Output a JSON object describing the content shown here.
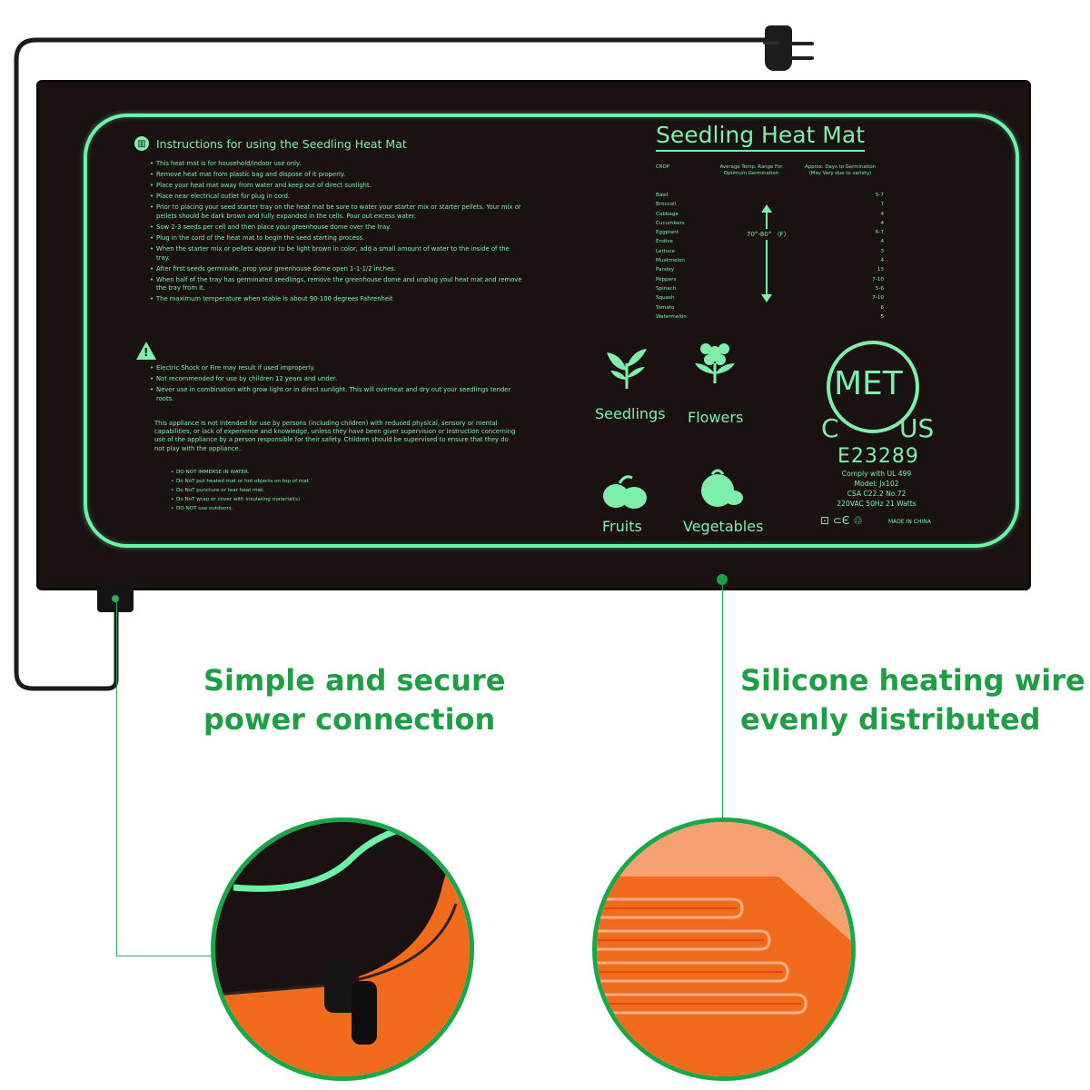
{
  "instructions": {
    "title": "Instructions for using the Seedling Heat Mat",
    "items": [
      "This heat mat is for household/indoor use only.",
      "Remove heat mat from plastic bag and dispose of it properly.",
      "Place your heat mat away from water and keep out of direct sunlight.",
      "Place near electrical outlet for plug in cord.",
      "Prior to placing your seed starter tray on the heat mat be sure to water your starter mix or starter pellets. Your mix or pellets should be dark brown and fully expanded in the cells. Pour out excess water.",
      "Sow 2-3 seeds per cell and then place your greenhouse dome over the tray.",
      "Plug in the cord of the heat mat to begin the seed starting process.",
      "When the starter mix or pellets appear to be light brown in color, add a small amount of water to the inside of the tray.",
      "After first seeds germinate, prop your greenhouse dome open 1-1-1/2 inches.",
      "When half of the tray has germinated seedlings, remove the greenhouse dome and unplug youl heat mat and remove the tray from it.",
      "The maximum temperature when stable is about 90-100 degrees Fahrenheit"
    ]
  },
  "warnings": {
    "items": [
      "Electric Shock or Fire may result if used improperly.",
      "Not recommended for use by children 12 years and under.",
      "Never use in combination with grow light or in direct sunlight. This will overheat and dry out your seedlings tender roots."
    ],
    "paragraph": "This appliance is not intended for use by persons (including children) with reduced physical, sensory or mental capabilities, or lack of experience and knowledge, unless they have been giver supervision or instruction concerning use of the appliance by a person responsible for their safety. Children should be supervised to ensure that they do not play with the appliance..",
    "donts": [
      "DO NOT IMMERSE IN WATER.",
      "Do NoT put heated mat or hot objects on top of mat.",
      "Do NoT puncture or tear heat mat.",
      "Do NoT wrap or cover with insulating material(s)",
      "DO NOT use outdoors."
    ]
  },
  "table": {
    "title": "Seedling Heat Mat",
    "col_crop": "CROP",
    "col_temp": "Average Temp. Range For Optimum Germination",
    "col_days": "Approx. Days to Germination (May Vary due to variety)",
    "temp_range": "70°-80° （F）",
    "crops": [
      "Basil",
      "Broccoli",
      "Cabbage",
      "Cucumbers",
      "Eggplant",
      "Endive",
      "Lettuce",
      "Muskmelon",
      "Parsley",
      "Peppers",
      "Spinach",
      "Squash",
      "Tomato",
      "Watermelon"
    ],
    "days": [
      "5-7",
      "7",
      "4",
      "4",
      "6-7",
      "4",
      "3",
      "4",
      "13",
      "7-10",
      "5-6",
      "7-10",
      "6",
      "5"
    ]
  },
  "plants": {
    "seedlings": "Seedlings",
    "flowers": "Flowers",
    "fruits": "Fruits",
    "vegetables": "Vegetables"
  },
  "cert": {
    "met": "MET",
    "c": "C",
    "us": "US",
    "number": "E23289",
    "lines": [
      "Comply with UL 499",
      "Model: Jx102",
      "CSA C22.2 No.72",
      "220VAC 50Hz 21 Watts"
    ],
    "made_in": "MADE IN CHINA",
    "marks": "⊡ ⊂Є ♲"
  },
  "features": {
    "left_line1": "Simple and secure",
    "left_line2": "power connection",
    "right_line1": "Silicone heating wire",
    "right_line2": "evenly distributed"
  },
  "colors": {
    "glow": "#7ff0ac",
    "mat": "#1a1210",
    "heading": "#1f9e46",
    "orange": "#f26b1d"
  }
}
